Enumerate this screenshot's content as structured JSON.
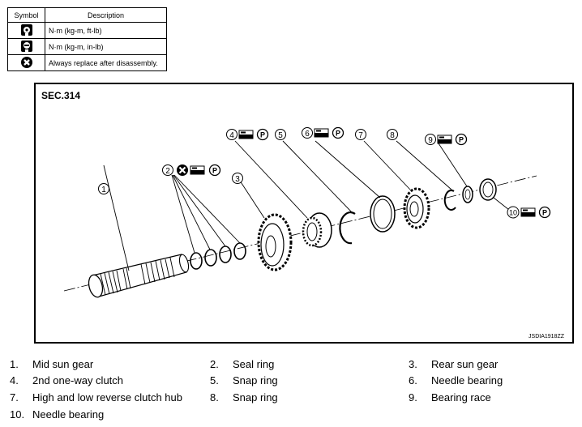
{
  "legend": {
    "header_symbol": "Symbol",
    "header_description": "Description",
    "rows": [
      {
        "icon": "torque-wrench-ftlb-icon",
        "text": "N·m (kg-m, ft-lb)"
      },
      {
        "icon": "torque-wrench-inlb-icon",
        "text": "N·m (kg-m, in-lb)"
      },
      {
        "icon": "always-replace-icon",
        "text": "Always replace after disassembly."
      }
    ]
  },
  "figure": {
    "section": "SEC.314",
    "code": "JSDIA1918ZZ",
    "callouts": [
      "1",
      "2",
      "3",
      "4",
      "5",
      "6",
      "7",
      "8",
      "9",
      "10"
    ],
    "callout_symbols": [
      "always-replace-icon",
      "petroleum-jelly-icon",
      "apply-icon"
    ]
  },
  "parts": [
    {
      "num": "1.",
      "label": "Mid sun gear"
    },
    {
      "num": "2.",
      "label": "Seal ring"
    },
    {
      "num": "3.",
      "label": "Rear sun gear"
    },
    {
      "num": "4.",
      "label": "2nd one-way clutch"
    },
    {
      "num": "5.",
      "label": "Snap ring"
    },
    {
      "num": "6.",
      "label": "Needle bearing"
    },
    {
      "num": "7.",
      "label": "High and low reverse clutch hub"
    },
    {
      "num": "8.",
      "label": "Snap ring"
    },
    {
      "num": "9.",
      "label": "Bearing race"
    },
    {
      "num": "10.",
      "label": "Needle bearing"
    }
  ]
}
